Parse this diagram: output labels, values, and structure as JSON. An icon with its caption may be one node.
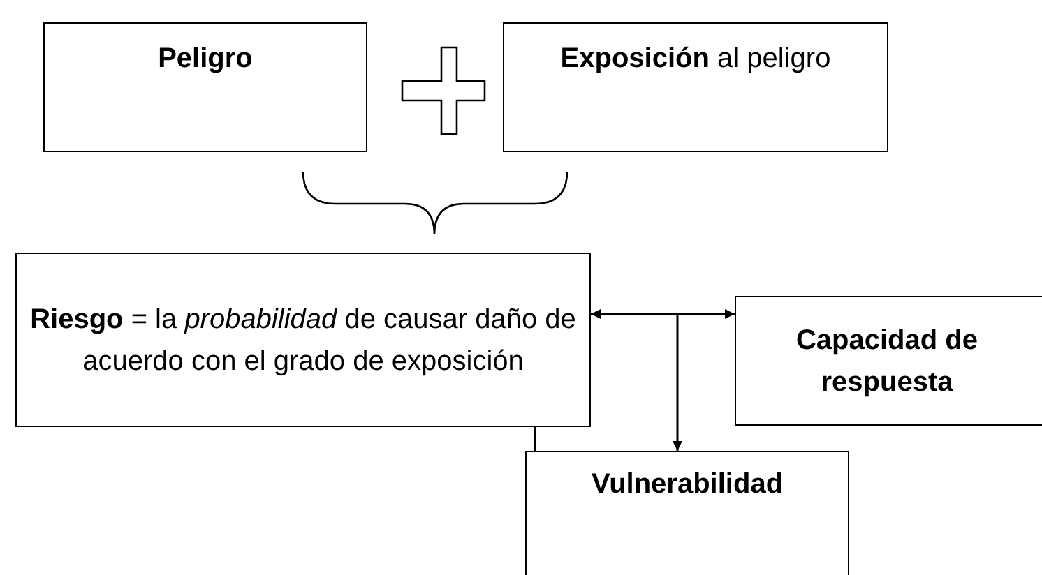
{
  "diagram": {
    "nodes": [
      {
        "text": [
          "Peligro"
        ]
      },
      {
        "text": [
          "**Exposición** al peligro"
        ]
      },
      {
        "text": [
          "**Riesgo** = la *probabilidad* de causar daño de acuerdo con el grado de exposición"
        ]
      },
      {
        "text": [
          "Capacidad de respuesta"
        ]
      },
      {
        "text": [
          "Vulnerabilidad"
        ]
      }
    ],
    "edges": [
      {
        "from": 2,
        "to": 3,
        "arrow": "both"
      },
      {
        "from": 2,
        "to": 4,
        "arrow": "to"
      },
      {
        "from": 2,
        "to": 4,
        "arrow": "none"
      }
    ]
  }
}
